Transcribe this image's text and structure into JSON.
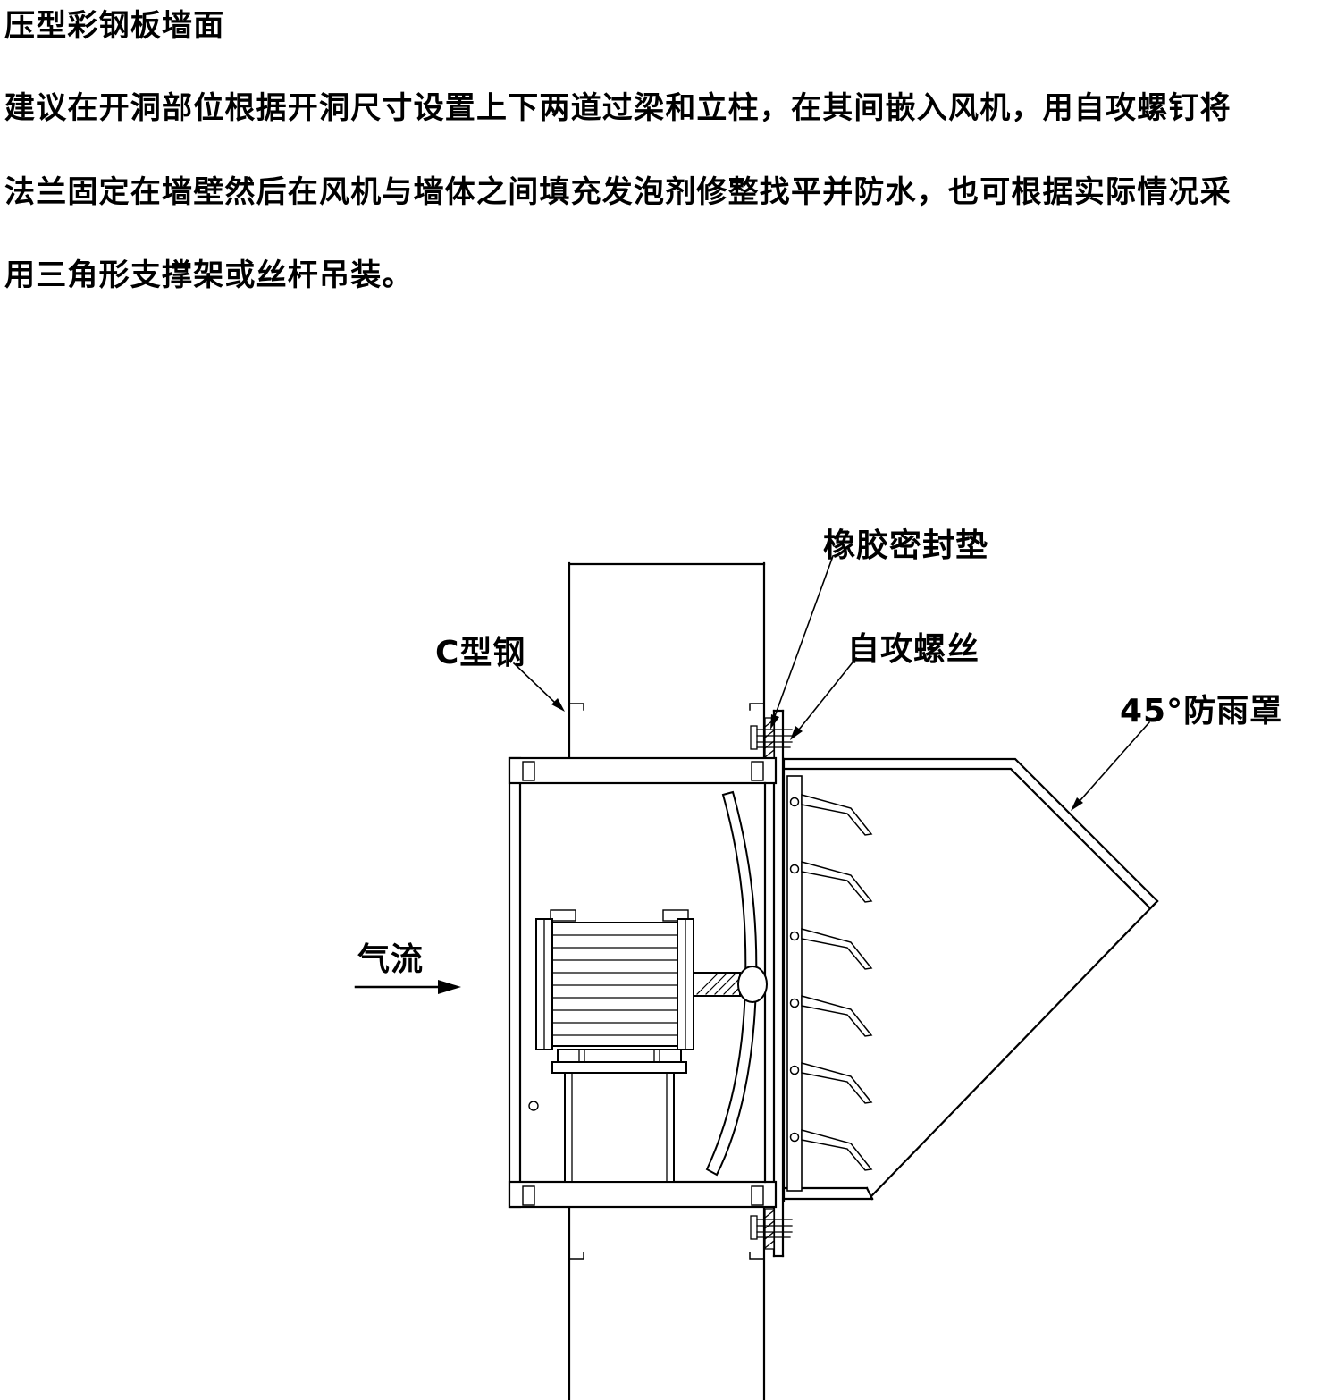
{
  "document": {
    "title": "压型彩钢板墙面",
    "body_lines": [
      "建议在开洞部位根据开洞尺寸设置上下两道过梁和立柱，在其间嵌入风机，用自攻螺钉将",
      "法兰固定在墙壁然后在风机与墙体之间填充发泡剂修整找平并防水，也可根据实际情况采",
      "用三角形支撑架或丝杆吊装。"
    ]
  },
  "diagram": {
    "labels": {
      "c_channel_steel": "C型钢",
      "rubber_gasket": "橡胶密封垫",
      "self_tapping_screw": "自攻螺丝",
      "rain_hood_45": "45°防雨罩",
      "airflow": "气流"
    },
    "line_color": "#000000",
    "background_color": "#ffffff"
  }
}
